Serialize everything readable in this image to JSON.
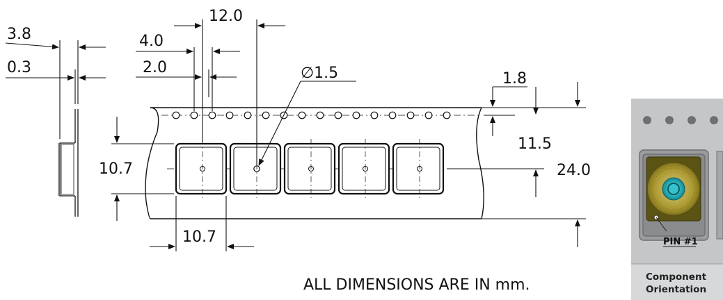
{
  "units_note": "ALL DIMENSIONS ARE IN mm.",
  "dimensions": {
    "pocket_pitch": "12.0",
    "sprocket_pitch": "4.0",
    "hole_to_pocket": "2.0",
    "hole_diameter": "1.5",
    "hole_diameter_symbol": "∅",
    "tape_thickness_total": "3.8",
    "tape_thickness": "0.3",
    "hole_edge_offset": "1.8",
    "hole_to_pocket_center": "11.5",
    "tape_width": "24.0",
    "pocket_height": "10.7",
    "pocket_width": "10.7"
  },
  "inset": {
    "pin_label": "PIN #1",
    "caption_line1": "Component",
    "caption_line2": "Orientation"
  }
}
